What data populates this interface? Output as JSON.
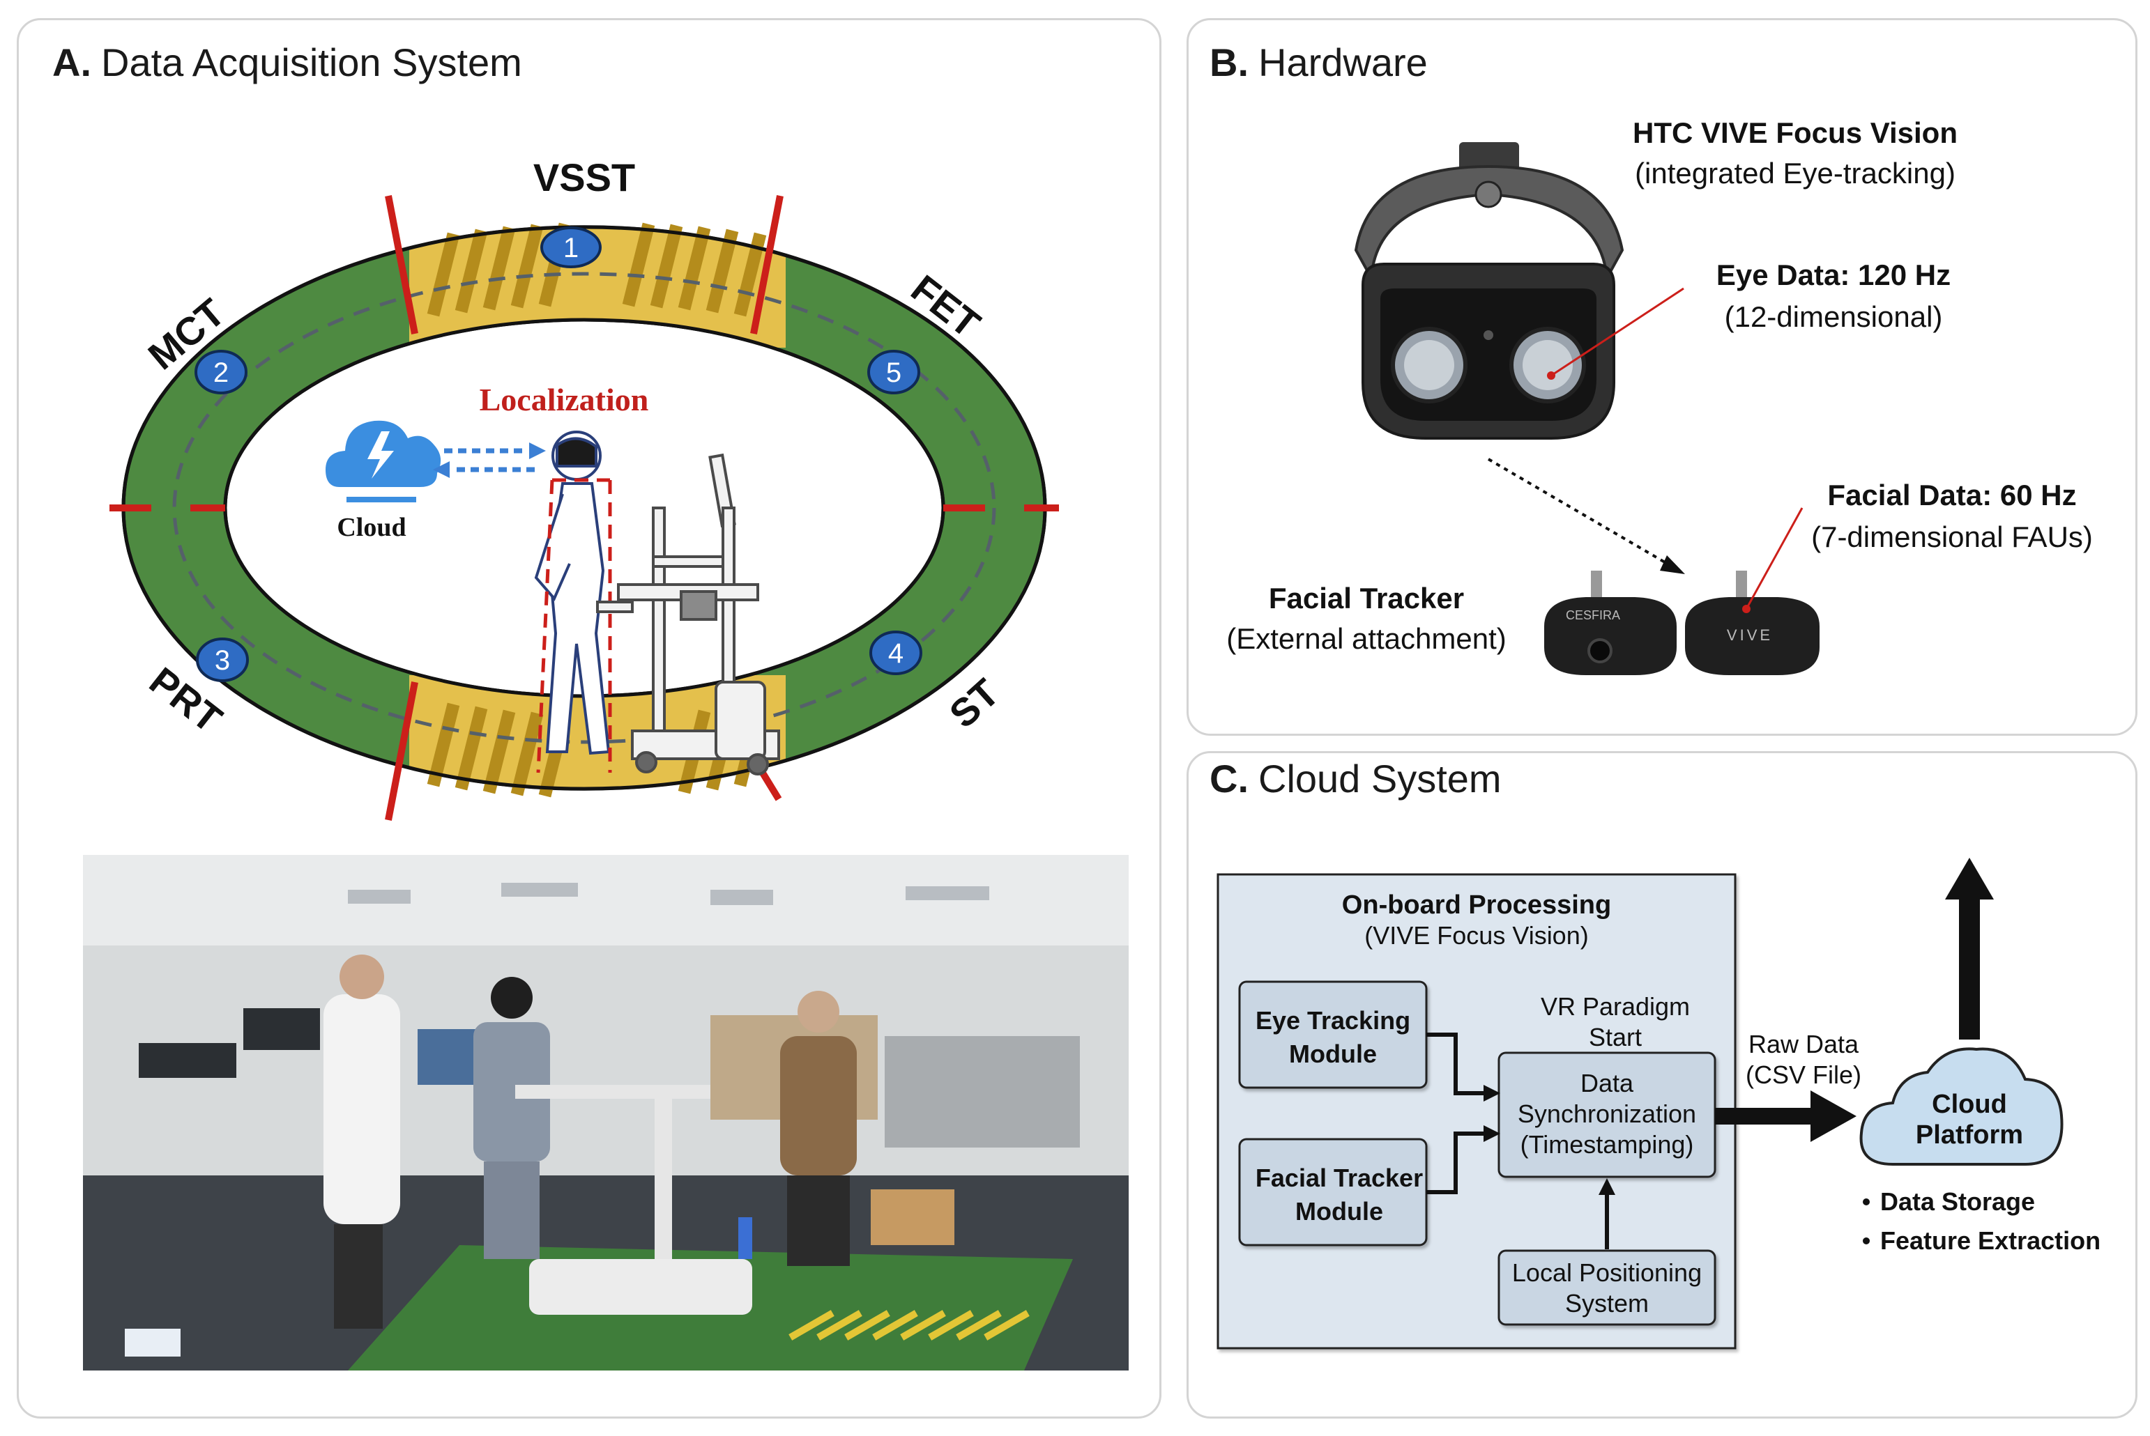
{
  "panels": {
    "a": {
      "letter": "A.",
      "title": "Data Acquisition System"
    },
    "b": {
      "letter": "B.",
      "title": "Hardware"
    },
    "c": {
      "letter": "C.",
      "title": "Cloud System"
    }
  },
  "track": {
    "segments": {
      "top": "VSST",
      "upper_left": "MCT",
      "upper_right": "FET",
      "lower_left": "PRT",
      "lower_right": "ST"
    },
    "stations": [
      "1",
      "2",
      "3",
      "4",
      "5"
    ],
    "localization_label": "Localization",
    "cloud_label": "Cloud",
    "colors": {
      "track_green": "#4e8a41",
      "crosswalk_yellow": "#e4c04c",
      "marker_red": "#cc1f1a",
      "station_blue": "#2f6cc4"
    }
  },
  "hardware": {
    "headset_name": "HTC VIVE Focus Vision",
    "headset_note": "(integrated Eye-tracking)",
    "eye_data": "Eye Data: 120 Hz",
    "eye_dims": "(12-dimensional)",
    "facial_data": "Facial Data: 60 Hz",
    "facial_dims": "(7-dimensional FAUs)",
    "tracker_name": "Facial Tracker",
    "tracker_note": "(External attachment)",
    "tracker_logo": "VIVE",
    "tracker_marks": "CESFIRA"
  },
  "cloud_system": {
    "onboard_title": "On-board Processing",
    "onboard_subtitle": "(VIVE Focus Vision)",
    "eye_module": [
      "Eye Tracking",
      "Module"
    ],
    "facial_module": [
      "Facial Tracker",
      "Module"
    ],
    "paradigm": [
      "VR Paradigm",
      "Start"
    ],
    "sync": [
      "Data",
      "Synchronization",
      "(Timestamping)"
    ],
    "positioning": [
      "Local Positioning",
      "System"
    ],
    "raw_data": [
      "Raw Data",
      "(CSV File)"
    ],
    "cloud": [
      "Cloud",
      "Platform"
    ],
    "bullets": [
      "Data Storage",
      "Feature Extraction"
    ]
  }
}
